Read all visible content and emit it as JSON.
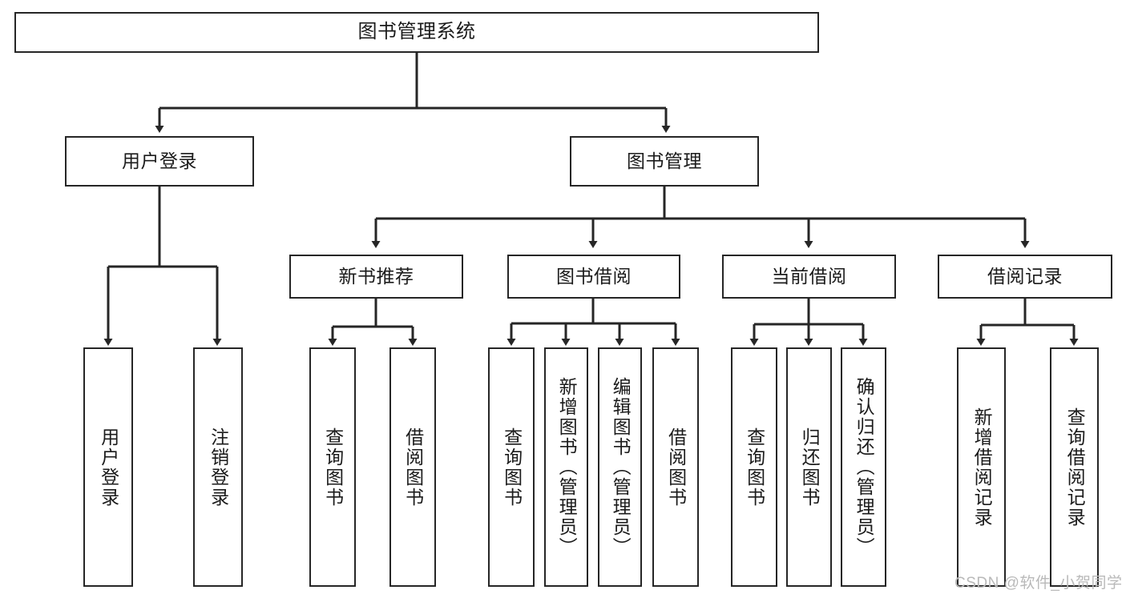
{
  "diagram": {
    "title": "图书管理系统",
    "type": "tree-hierarchy-diagram",
    "root": {
      "label": "图书管理系统"
    },
    "level2": [
      {
        "label": "用户登录"
      },
      {
        "label": "图书管理"
      }
    ],
    "level3": [
      {
        "label": "新书推荐"
      },
      {
        "label": "图书借阅"
      },
      {
        "label": "当前借阅"
      },
      {
        "label": "借阅记录"
      }
    ],
    "leaves": {
      "user_login": [
        {
          "label": "用户登录"
        },
        {
          "label": "注销登录"
        }
      ],
      "new_book_recommend": [
        {
          "label": "查询图书"
        },
        {
          "label": "借阅图书"
        }
      ],
      "book_borrow": [
        {
          "label": "查询图书"
        },
        {
          "label": "新增图书（管理员）"
        },
        {
          "label": "编辑图书（管理员）"
        },
        {
          "label": "借阅图书"
        }
      ],
      "current_borrow": [
        {
          "label": "查询图书"
        },
        {
          "label": "归还图书"
        },
        {
          "label": "确认归还（管理员）"
        }
      ],
      "borrow_record": [
        {
          "label": "新增借阅记录"
        },
        {
          "label": "查询借阅记录"
        }
      ]
    }
  },
  "watermark": {
    "text": "CSDN @软件_小贺同学"
  },
  "colors": {
    "stroke": "#262626",
    "text": "#1b1b1b",
    "background": "#ffffff",
    "watermark": "#b9b9b9"
  }
}
